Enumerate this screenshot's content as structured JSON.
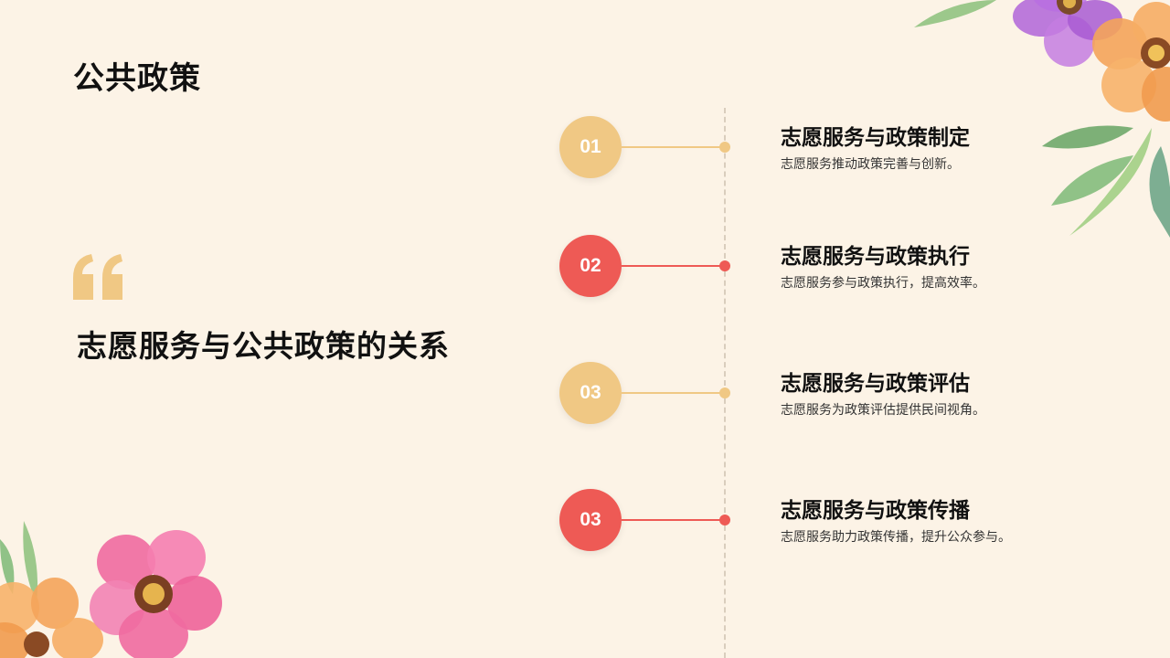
{
  "page": {
    "title": "公共政策",
    "heading": "志愿服务与公共政策的关系"
  },
  "steps": [
    {
      "number": "01",
      "title": "志愿服务与政策制定",
      "description": "志愿服务推动政策完善与创新。",
      "color": "#f0c884"
    },
    {
      "number": "02",
      "title": "志愿服务与政策执行",
      "description": "志愿服务参与政策执行，提高效率。",
      "color": "#ee5a55"
    },
    {
      "number": "03",
      "title": "志愿服务与政策评估",
      "description": "志愿服务为政策评估提供民间视角。",
      "color": "#f0c884"
    },
    {
      "number": "03",
      "title": "志愿服务与政策传播",
      "description": "志愿服务助力政策传播，提升公众参与。",
      "color": "#ee5a55"
    }
  ],
  "colors": {
    "background": "#fcf3e6",
    "accent_yellow": "#f0c884",
    "accent_red": "#ee5a55",
    "quote": "#f0c884"
  },
  "decorations": {
    "top_right": "watercolor-flowers-icon",
    "bottom_left": "watercolor-flowers-icon",
    "quote": "quote-mark-icon"
  }
}
